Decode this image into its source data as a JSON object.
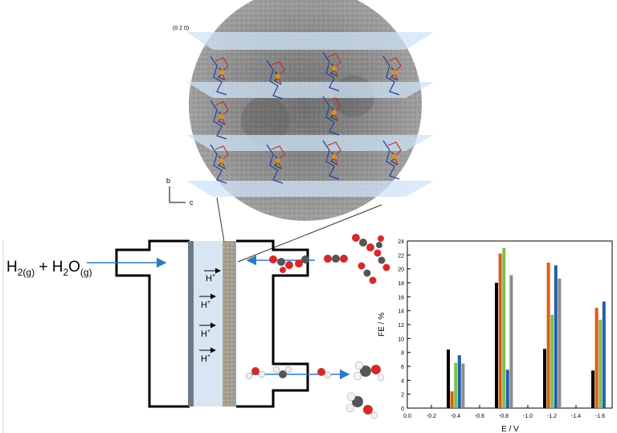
{
  "micrograph": {
    "plane_label": "(0 2 0)",
    "axis_b": "b",
    "axis_c": "c"
  },
  "reactor": {
    "reactant_main": "H",
    "reactant_sub1": "2(g)",
    "reactant_plus": " + H",
    "reactant_sub2": "2",
    "reactant_O": "O",
    "reactant_sub3": "(g)",
    "proton_labels": [
      "H",
      "H",
      "H",
      "H"
    ],
    "proton_sup": "+"
  },
  "colors": {
    "membrane": "#d8e6f3",
    "catalyst": "#a39a87",
    "electrode": "#6d7b86",
    "arrow": "#2b7bc4"
  },
  "chart_data": {
    "type": "bar",
    "xlabel": "E / V",
    "ylabel": "FE / %",
    "xlim": [
      0.0,
      -1.7
    ],
    "ylim": [
      0,
      24
    ],
    "x_ticks": [
      "0.0",
      "-0.2",
      "-0.4",
      "-0.6",
      "-0.8",
      "-1.0",
      "-1.2",
      "-1.4",
      "-1.6"
    ],
    "x_tick_values": [
      0.0,
      -0.2,
      -0.4,
      -0.6,
      -0.8,
      -1.0,
      -1.2,
      -1.4,
      -1.6
    ],
    "y_ticks": [
      "0",
      "2",
      "4",
      "6",
      "8",
      "10",
      "12",
      "14",
      "16",
      "18",
      "20",
      "22",
      "24"
    ],
    "categories": [
      -0.4,
      -0.8,
      -1.2,
      -1.6
    ],
    "series": [
      {
        "color": "#000000",
        "values": [
          8.4,
          18.0,
          8.5,
          5.4
        ]
      },
      {
        "color": "#e05a14",
        "values": [
          2.4,
          22.2,
          20.9,
          14.4
        ]
      },
      {
        "color": "#7fbf4d",
        "values": [
          6.5,
          23.0,
          13.4,
          12.7
        ]
      },
      {
        "color": "#1e5fb0",
        "values": [
          7.6,
          5.5,
          20.5,
          15.3
        ]
      },
      {
        "color": "#8c8c8c",
        "values": [
          6.4,
          19.1,
          18.6,
          0
        ]
      }
    ]
  }
}
